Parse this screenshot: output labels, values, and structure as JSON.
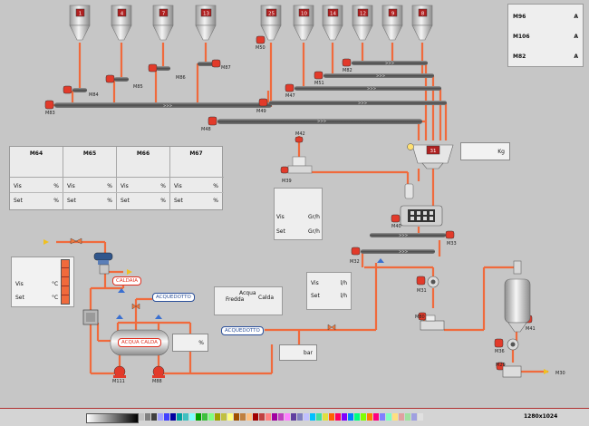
{
  "silos_left": [
    "1",
    "4",
    "7",
    "13"
  ],
  "silos_right": [
    "25",
    "10",
    "14",
    "12",
    "9",
    "8"
  ],
  "motors": {
    "m84": "M84",
    "m85": "M85",
    "m86": "M86",
    "m87": "M87",
    "m83": "M83",
    "m50": "M50",
    "m82": "M82",
    "m51": "M51",
    "m47": "M47",
    "m49": "M49",
    "m48": "M48",
    "m42": "M42",
    "m39": "M39",
    "m40": "M40",
    "m33": "M33",
    "m32": "M32",
    "m31": "M31",
    "m30": "M30",
    "m41": "M41",
    "m36": "M36",
    "m29": "M29",
    "m111": "M111",
    "m88": "M88",
    "m80": "M80"
  },
  "right_status": {
    "rows": [
      {
        "name": "M96",
        "unit": "A"
      },
      {
        "name": "M106",
        "unit": "A"
      },
      {
        "name": "M82",
        "unit": "A"
      }
    ]
  },
  "weigh": {
    "value": "31",
    "unit": "Kg"
  },
  "motor_table": {
    "cols": [
      "M64",
      "M65",
      "M66",
      "M67"
    ],
    "vis_label": "Vis",
    "set_label": "Set",
    "unit": "%"
  },
  "flow_panel": {
    "vis_label": "Vis",
    "set_label": "Set",
    "unit": "Gr/h"
  },
  "water_flow_panel": {
    "vis_label": "Vis",
    "set_label": "Set",
    "unit": "l/h"
  },
  "temp_panel": {
    "vis_label": "Vis",
    "set_label": "Set",
    "unit": "°C"
  },
  "tags": {
    "caldaia": "CALDAIA",
    "acquedotto1": "ACQUEDOTTO",
    "acquedotto2": "ACQUEDOTTO",
    "acqua_calda": "ACQUA CALDA"
  },
  "water_mix": {
    "acqua": "Acqua",
    "fredda": "Fredda",
    "calda": "Calda"
  },
  "tank_level_unit": "%",
  "pressure_unit": "bar",
  "resolution": "1280x1024",
  "colors": {
    "pipe": "#f06a3c",
    "motor": "#e23a2a",
    "conveyor": "#6a6a6a",
    "silo": "#e8e8e8",
    "panel": "#e6e6e6"
  }
}
